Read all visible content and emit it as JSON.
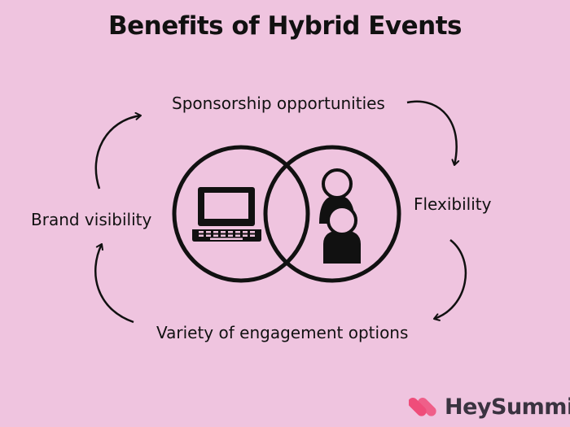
{
  "title": "Benefits of Hybrid Events",
  "cycle": {
    "items": [
      "Sponsorship opportunities",
      "Flexibility",
      "Variety of engagement options",
      "Brand visibility"
    ]
  },
  "center": {
    "left_icon": "laptop-icon",
    "right_icon": "people-icon"
  },
  "brand": {
    "name": "HeySummit",
    "icon": "heysummit-logo-icon",
    "color": "#ef4d7a"
  },
  "colors": {
    "background": "#efc4df",
    "ink": "#111111"
  }
}
